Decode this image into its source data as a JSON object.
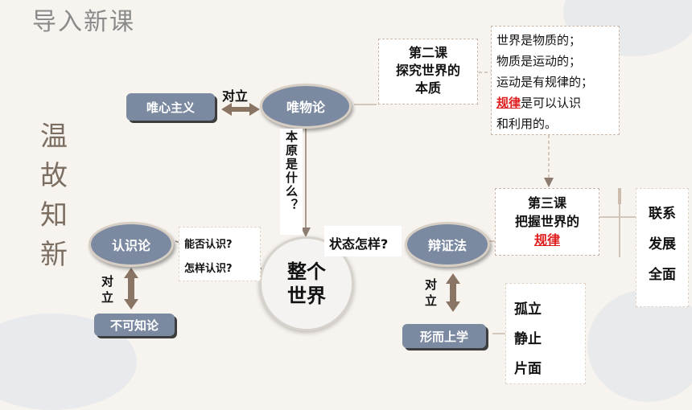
{
  "header": {
    "title": "导入新课"
  },
  "side_title": {
    "chars": [
      "温",
      "故",
      "知",
      "新"
    ]
  },
  "nodes": {
    "idealism": "唯心主义",
    "materialism": "唯物论",
    "epistemology": "认识论",
    "agnosticism": "不可知论",
    "dialectics": "辩证法",
    "metaphysics": "形而上学",
    "world": {
      "line1": "整个",
      "line2": "世界"
    }
  },
  "labels": {
    "oppose_top": "对立",
    "oppose_left": {
      "c1": "对",
      "c2": "立"
    },
    "oppose_right": {
      "c1": "对",
      "c2": "立"
    },
    "origin_question": "本原是什么？",
    "state_question": "状态怎样?",
    "cog_q1": "能否认识?",
    "cog_q2": "怎样认识?"
  },
  "lessons": {
    "lesson2": {
      "l1": "第二课",
      "l2": "探究世界的",
      "l3": "本质"
    },
    "lesson3": {
      "l1": "第三课",
      "l2": "把握世界的",
      "l3": "规律"
    }
  },
  "notes": {
    "line1": "世界是物质的；",
    "line2": "物质是运动的；",
    "line3": "运动是有规律的；",
    "line4_red": "规律",
    "line4_rest": "是可以认识",
    "line5": "和利用的。"
  },
  "dialectics_traits": [
    "联系",
    "发展",
    "全面"
  ],
  "metaphysics_traits": [
    "孤立",
    "静止",
    "片面"
  ],
  "colors": {
    "node": "#7b8aa1",
    "arrow": "#7a6a5e",
    "accent_red": "#e01b1b"
  }
}
